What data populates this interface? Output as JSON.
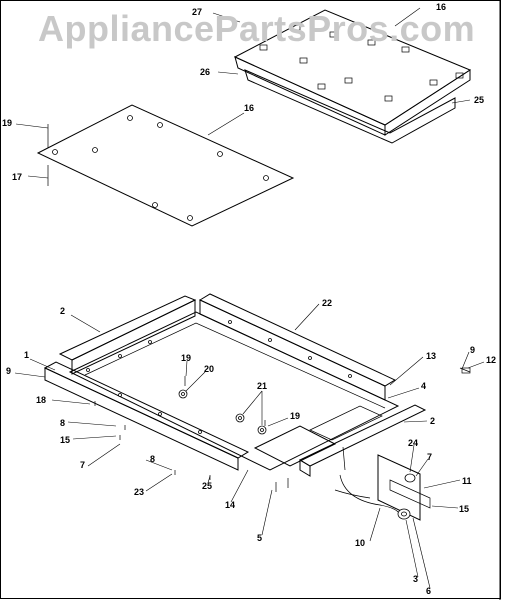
{
  "watermark": "AppliancePartsPros.com",
  "callouts": {
    "c27": "27",
    "c16a": "16",
    "c26": "26",
    "c25": "25",
    "c19a": "19",
    "c16b": "16",
    "c17": "17",
    "c2a": "2",
    "c22": "22",
    "c1": "1",
    "c9a": "9",
    "c18": "18",
    "c19b": "19",
    "c20": "20",
    "c13": "13",
    "c9b": "9",
    "c12": "12",
    "c4": "4",
    "c21": "21",
    "c19c": "19",
    "c8a": "8",
    "c15a": "15",
    "c2b": "2",
    "c7a": "7",
    "c8b": "8",
    "c24": "24",
    "c7b": "7",
    "c25b": "25",
    "c23": "23",
    "c14": "14",
    "c11": "11",
    "c15b": "15",
    "c5": "5",
    "c10": "10",
    "c3": "3",
    "c6": "6"
  }
}
